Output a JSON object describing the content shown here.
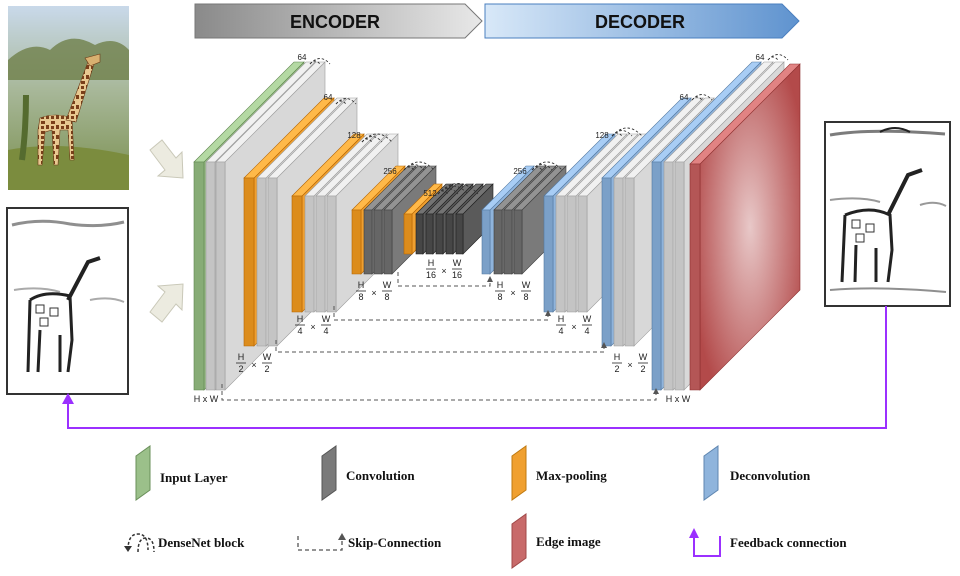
{
  "banners": {
    "encoder": "ENCODER",
    "decoder": "DECODER"
  },
  "channels": {
    "enc": [
      "64",
      "64",
      "128",
      "256",
      "512"
    ],
    "dec": [
      "64",
      "64",
      "128",
      "256"
    ]
  },
  "dims": {
    "hw_left": "H x W",
    "hw_right": "H x W",
    "enc": [
      {
        "num": "H",
        "den": "2",
        "num2": "W",
        "den2": "2"
      },
      {
        "num": "H",
        "den": "4",
        "num2": "W",
        "den2": "4"
      },
      {
        "num": "H",
        "den": "8",
        "num2": "W",
        "den2": "8"
      },
      {
        "num": "H",
        "den": "16",
        "num2": "W",
        "den2": "16"
      }
    ],
    "dec": [
      {
        "num": "H",
        "den": "8",
        "num2": "W",
        "den2": "8"
      },
      {
        "num": "H",
        "den": "4",
        "num2": "W",
        "den2": "4"
      },
      {
        "num": "H",
        "den": "2",
        "num2": "W",
        "den2": "2"
      }
    ]
  },
  "legend": {
    "input_layer": "Input Layer",
    "convolution": "Convolution",
    "max_pooling": "Max-pooling",
    "deconvolution": "Deconvolution",
    "densenet_block": "DenseNet block",
    "skip_connection": "Skip-Connection",
    "edge_image": "Edge image",
    "feedback_connection": "Feedback connection"
  },
  "colors": {
    "input": "#9bc08a",
    "conv": "#7a7a7a",
    "maxpool": "#f0a030",
    "deconv": "#8fb4dc",
    "edge": "#c86a6a",
    "feedback": "#9b30ff",
    "plate": "#d8d8d8"
  }
}
